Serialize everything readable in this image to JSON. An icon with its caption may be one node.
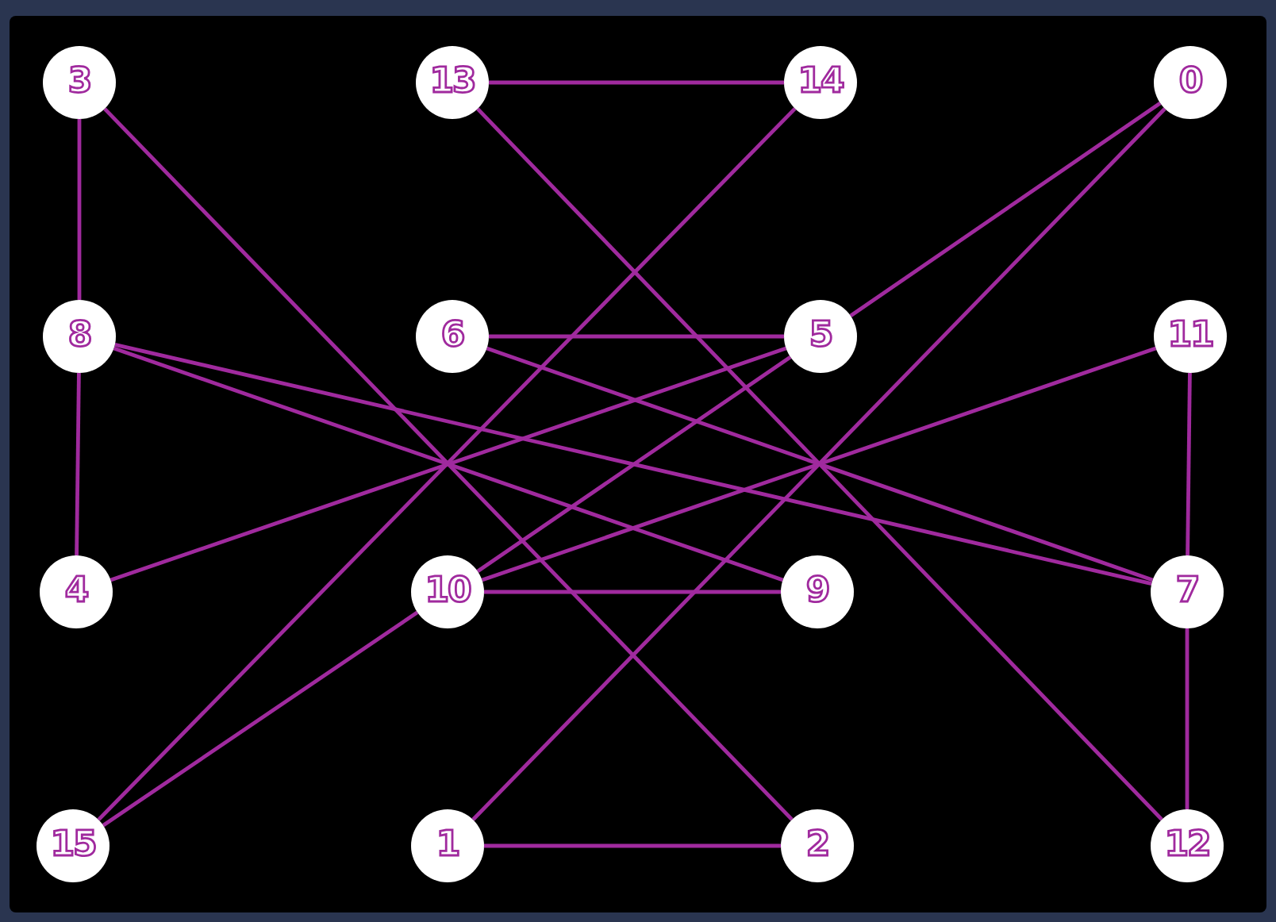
{
  "diagram": {
    "nodes": [
      {
        "text": [
          "3"
        ]
      },
      {
        "text": [
          "13"
        ]
      },
      {
        "text": [
          "14"
        ]
      },
      {
        "text": [
          "0"
        ]
      },
      {
        "text": [
          "8"
        ]
      },
      {
        "text": [
          "6"
        ]
      },
      {
        "text": [
          "5"
        ]
      },
      {
        "text": [
          "11"
        ]
      },
      {
        "text": [
          "4"
        ]
      },
      {
        "text": [
          "10"
        ]
      },
      {
        "text": [
          "9"
        ]
      },
      {
        "text": [
          "7"
        ]
      },
      {
        "text": [
          "15"
        ]
      },
      {
        "text": [
          "1"
        ]
      },
      {
        "text": [
          "2"
        ]
      },
      {
        "text": [
          "12"
        ]
      }
    ],
    "edges": [
      {
        "from": 1,
        "to": 2,
        "arrow": "none"
      },
      {
        "from": 0,
        "to": 4,
        "arrow": "none"
      },
      {
        "from": 4,
        "to": 8,
        "arrow": "none"
      },
      {
        "from": 0,
        "to": 14,
        "arrow": "none"
      },
      {
        "from": 1,
        "to": 15,
        "arrow": "none"
      },
      {
        "from": 2,
        "to": 12,
        "arrow": "none"
      },
      {
        "from": 3,
        "to": 6,
        "arrow": "none"
      },
      {
        "from": 6,
        "to": 8,
        "arrow": "none"
      },
      {
        "from": 3,
        "to": 13,
        "arrow": "none"
      },
      {
        "from": 5,
        "to": 6,
        "arrow": "none"
      },
      {
        "from": 5,
        "to": 11,
        "arrow": "none"
      },
      {
        "from": 4,
        "to": 10,
        "arrow": "none"
      },
      {
        "from": 4,
        "to": 11,
        "arrow": "none"
      },
      {
        "from": 7,
        "to": 9,
        "arrow": "none"
      },
      {
        "from": 7,
        "to": 11,
        "arrow": "none"
      },
      {
        "from": 11,
        "to": 15,
        "arrow": "none"
      },
      {
        "from": 6,
        "to": 9,
        "arrow": "none"
      },
      {
        "from": 9,
        "to": 10,
        "arrow": "none"
      },
      {
        "from": 9,
        "to": 12,
        "arrow": "none"
      },
      {
        "from": 13,
        "to": 14,
        "arrow": "none"
      }
    ]
  }
}
